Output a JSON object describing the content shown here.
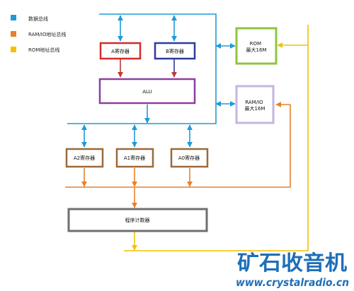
{
  "legend": [
    {
      "label": "数据总线",
      "color": "#1f9ad6"
    },
    {
      "label": "RAM/IO地址总线",
      "color": "#e8802a"
    },
    {
      "label": "ROM地址总线",
      "color": "#f2c200"
    }
  ],
  "blocks": {
    "reg_a": {
      "label": "A寄存器",
      "color": "#d42b2b"
    },
    "reg_b": {
      "label": "B寄存器",
      "color": "#2e3a9c"
    },
    "alu": {
      "label": "ALU",
      "color": "#8b3fa0"
    },
    "rom": {
      "label": "ROM\n最大16M",
      "color": "#8dc63f"
    },
    "ramio": {
      "label": "RAM/IO\n最大16M",
      "color": "#c4b6e0"
    },
    "a2": {
      "label": "A2寄存器",
      "color": "#9a6a3c"
    },
    "a1": {
      "label": "A1寄存器",
      "color": "#9a6a3c"
    },
    "a0": {
      "label": "A0寄存器",
      "color": "#9a6a3c"
    },
    "pc": {
      "label": "程序计数器",
      "color": "#6f6f6f"
    }
  },
  "bus_colors": {
    "data": "#1f9ad6",
    "ramio": "#e8802a",
    "rom": "#f2c200",
    "reg": "#c0392b"
  },
  "watermark": {
    "brand": "矿石收音机",
    "url": "www.crystalradio.cn",
    "color": "#1e6fb8",
    "accent": "#e0302a"
  }
}
